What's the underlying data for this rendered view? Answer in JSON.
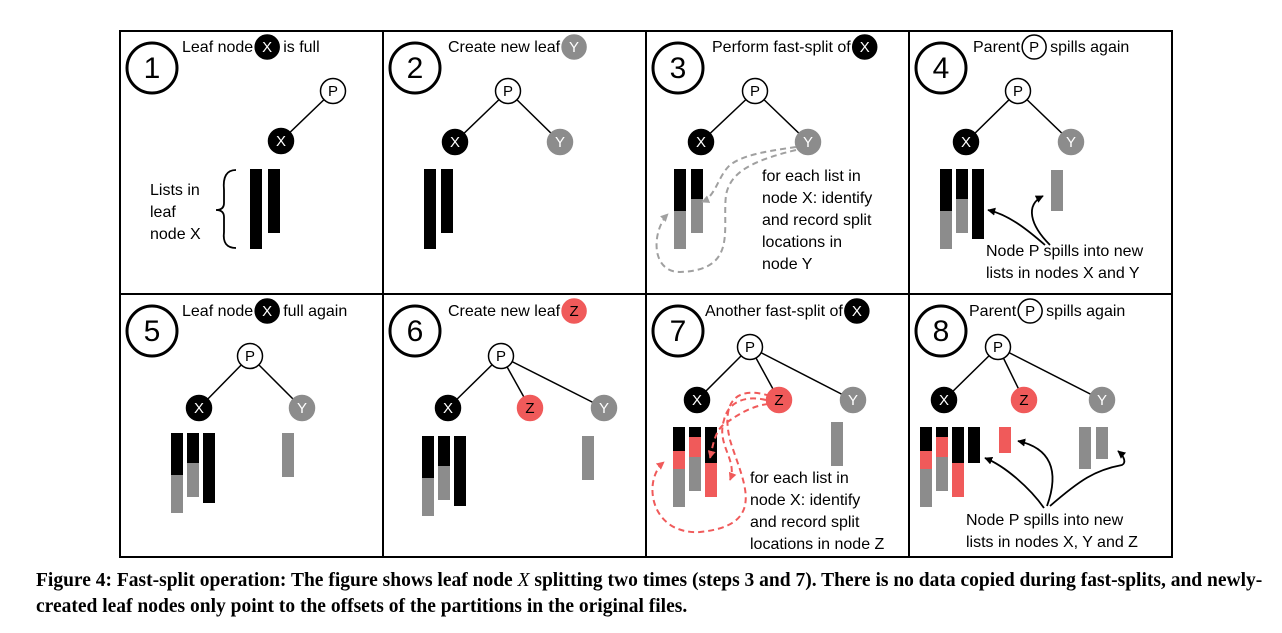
{
  "colors": {
    "black_node": "#000000",
    "gray_node": "#8c8c8c",
    "red_node": "#f05a5a",
    "list_gray": "#8c8c8c",
    "list_red": "#f05a5a",
    "arrow_gray": "#a0a0a0",
    "arrow_red": "#f05a5a"
  },
  "nodes": {
    "p": "P",
    "x": "X",
    "y": "Y",
    "z": "Z"
  },
  "panels": [
    {
      "step": "1",
      "title": "Leaf node {X} is full"
    },
    {
      "step": "2",
      "title": "Create new leaf {Y}"
    },
    {
      "step": "3",
      "title": "Perform fast-split of {X}"
    },
    {
      "step": "4",
      "title": "Parent {P} spills again"
    },
    {
      "step": "5",
      "title": "Leaf node {X} full again"
    },
    {
      "step": "6",
      "title": "Create new leaf {Z}"
    },
    {
      "step": "7",
      "title": "Another fast-split of {X}"
    },
    {
      "step": "8",
      "title": "Parent {P} spills again"
    }
  ],
  "annotations": {
    "lists_in_leaf": [
      "Lists in",
      "leaf",
      "node X"
    ],
    "split_y": [
      "for each list in",
      "node X: identify",
      "and record split",
      "locations in",
      "node Y"
    ],
    "spill_xy": [
      "Node P spills into new",
      "lists in nodes X and Y"
    ],
    "split_z": [
      "for each list in",
      "node X: identify",
      "and record split",
      "locations in node Z"
    ],
    "spill_xyz": [
      "Node P spills into new",
      "lists in nodes X, Y and Z"
    ]
  },
  "caption": {
    "label": "Figure 4:",
    "title": "Fast-split operation:",
    "text_before": "The figure shows leaf node",
    "var": "X",
    "text_after": "splitting two times (steps 3 and 7). There is no data copied during fast-splits, and newly-created leaf nodes only point to the offsets of the partitions in the original files."
  }
}
